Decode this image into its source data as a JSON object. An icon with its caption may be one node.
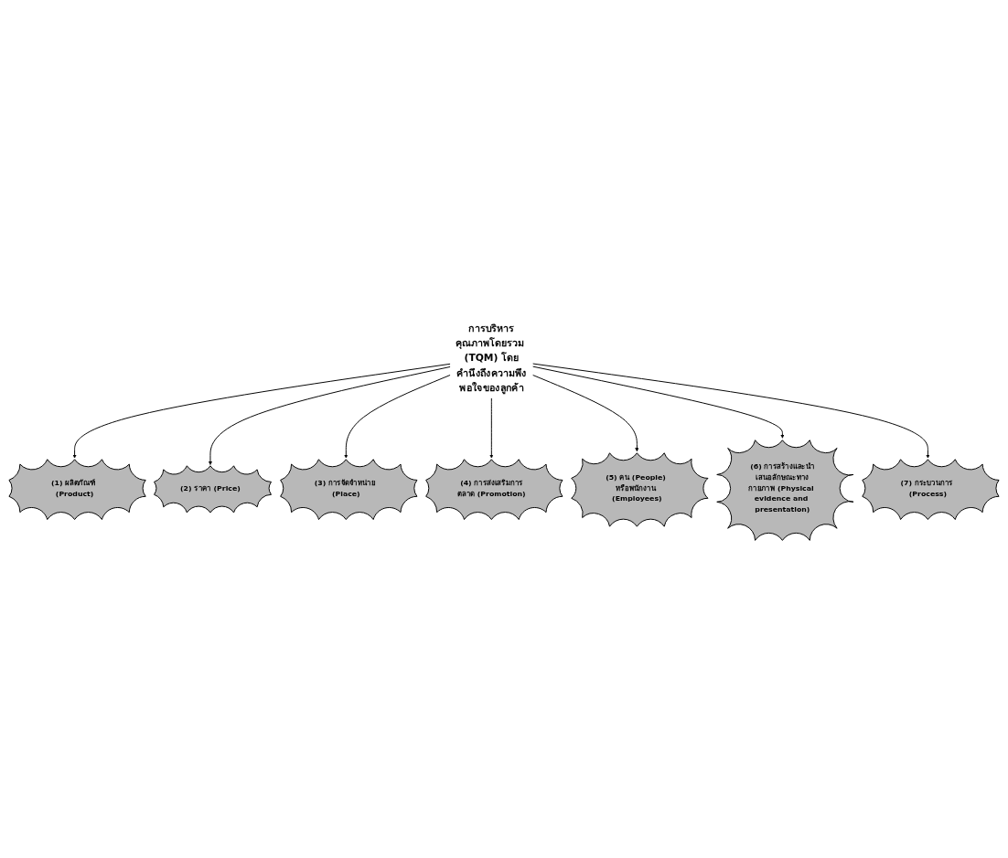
{
  "diagram": {
    "nodes": [
      {
        "text": [
          "การบริหารคุณภาพโดยรวม (TQM) โดยคำนึงถึงความพึงพอใจของลูกค้า"
        ]
      },
      {
        "text": [
          "(1) ผลิตภัณฑ์ (Product)"
        ]
      },
      {
        "text": [
          "(2) ราคา (Price)"
        ]
      },
      {
        "text": [
          "(3) การจัดจำหน่าย (Place)"
        ]
      },
      {
        "text": [
          "(4) การส่งเสริมการตลาด (Promotion)"
        ]
      },
      {
        "text": [
          "(5) คน (People) หรือพนักงาน (Employees)"
        ]
      },
      {
        "text": [
          "(6) การสร้างและนำเสนอลักษณะทางกายภาพ (Physical evidence and presentation)"
        ]
      },
      {
        "text": [
          "(7) กระบวนการ (Process)"
        ]
      }
    ],
    "edges": [
      {
        "from": 0,
        "to": 1,
        "arrow": "to"
      },
      {
        "from": 0,
        "to": 2,
        "arrow": "to"
      },
      {
        "from": 0,
        "to": 3,
        "arrow": "to"
      },
      {
        "from": 0,
        "to": 4,
        "arrow": "to"
      },
      {
        "from": 0,
        "to": 5,
        "arrow": "to"
      },
      {
        "from": 0,
        "to": 6,
        "arrow": "to"
      },
      {
        "from": 0,
        "to": 7,
        "arrow": "to"
      }
    ]
  }
}
